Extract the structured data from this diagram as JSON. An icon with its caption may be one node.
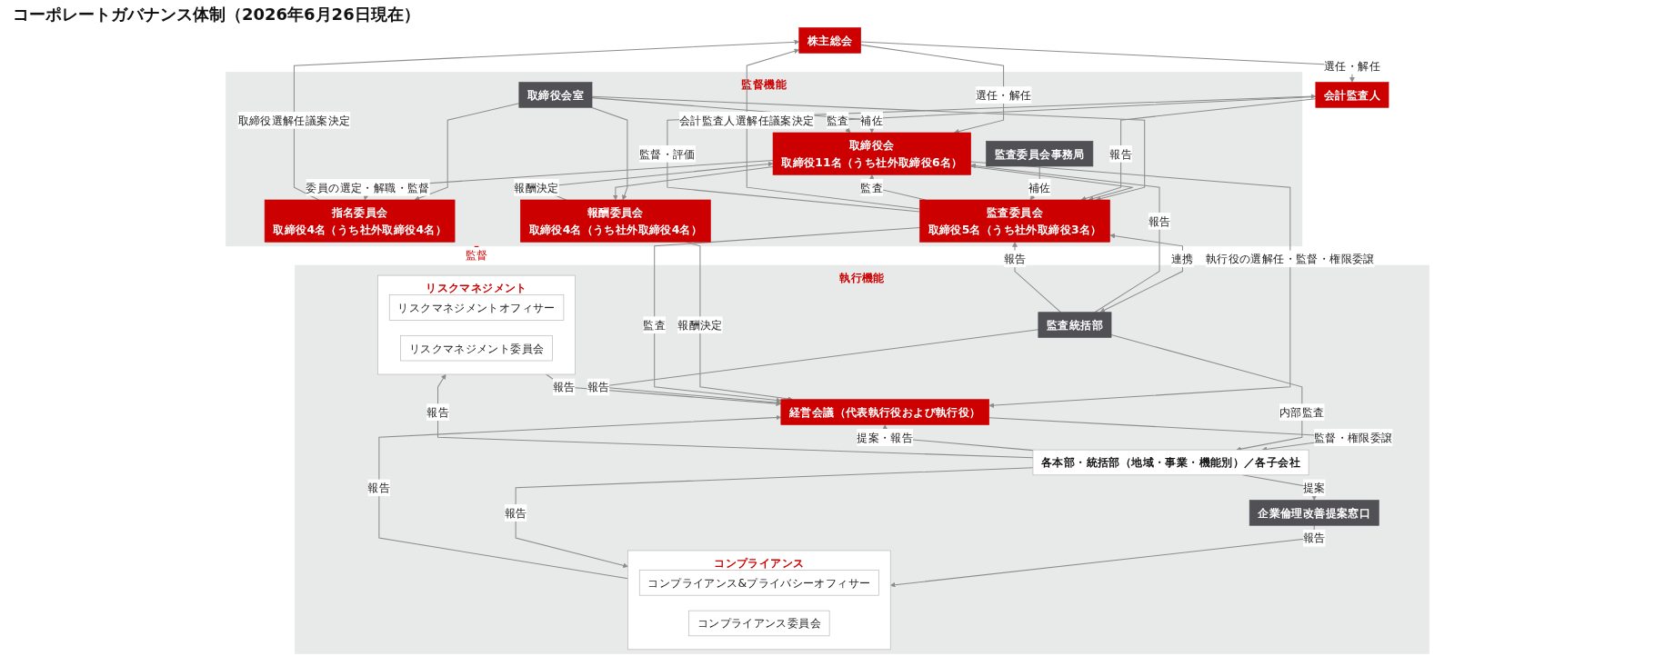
{
  "diagram": {
    "title": "コーポレートガバナンス体制（2026年6月26日現在）",
    "nodes": [
      {
        "text": [
          "株主総会"
        ]
      },
      {
        "text": [
          "会計監査人"
        ]
      },
      {
        "text": [
          "監督機能"
        ]
      },
      {
        "text": [
          "取締役会室"
        ],
        "in": 2
      },
      {
        "text": [
          "取締役会",
          "取締役11名（うち社外取締役6名）"
        ],
        "in": 2
      },
      {
        "text": [
          "監査委員会事務局"
        ],
        "in": 2
      },
      {
        "text": [
          "指名委員会",
          "取締役4名（うち社外取締役4名）"
        ],
        "in": 2
      },
      {
        "text": [
          "報酬委員会",
          "取締役4名（うち社外取締役4名）"
        ],
        "in": 2
      },
      {
        "text": [
          "監査委員会",
          "取締役5名（うち社外取締役3名）"
        ],
        "in": 2
      },
      {
        "text": [
          "執行機能"
        ]
      },
      {
        "text": [
          "経営会議（代表執行役および執行役）"
        ],
        "in": 9
      },
      {
        "text": [
          "企業倫理改善提案窓口"
        ],
        "in": 9
      },
      {
        "text": [
          "コンプライアンス"
        ],
        "in": 9
      },
      {
        "text": [
          "コンプライアンス&プライバシーオフィサー"
        ],
        "in": 12
      },
      {
        "text": [
          "コンプライアンス委員会"
        ],
        "in": 12
      },
      {
        "text": [
          "リスクマネジメント"
        ],
        "in": 9
      },
      {
        "text": [
          "リスクマネジメントオフィサー"
        ],
        "in": 15
      },
      {
        "text": [
          "リスクマネジメント委員会"
        ],
        "in": 15
      },
      {
        "text": [
          "監査統括部"
        ],
        "in": 9
      },
      {
        "text": [
          "各本部・統括部（地域・事業・機能別）／各子会社"
        ],
        "in": 9
      }
    ],
    "edges": [
      {
        "from": 6,
        "to": 0,
        "arrow": "to",
        "label": "取締役選解任議案決定"
      },
      {
        "from": 0,
        "to": 1,
        "arrow": "to",
        "label": "選任・解任"
      },
      {
        "from": 0,
        "to": 4,
        "arrow": "to",
        "label": "選任・解任"
      },
      {
        "from": 3,
        "to": 4,
        "arrow": "to",
        "label": "補佐"
      },
      {
        "from": 3,
        "to": 6,
        "arrow": "to"
      },
      {
        "from": 3,
        "to": 7,
        "arrow": "to"
      },
      {
        "from": 3,
        "to": 8,
        "arrow": "to"
      },
      {
        "from": 4,
        "to": 6,
        "arrow": "to",
        "label": "委員の選定・解職・監督"
      },
      {
        "from": 4,
        "to": 7,
        "arrow": "to"
      },
      {
        "from": 4,
        "to": 8,
        "arrow": "to"
      },
      {
        "from": 7,
        "to": 4,
        "arrow": "to",
        "label": "報酬決定"
      },
      {
        "from": 1,
        "to": 4,
        "arrow": "to",
        "label": "監査"
      },
      {
        "from": 8,
        "to": 4,
        "arrow": "to",
        "label": "監査"
      },
      {
        "from": 8,
        "to": 0,
        "arrow": "to",
        "label": "会計監査人選解任議案決定"
      },
      {
        "from": 1,
        "to": 8,
        "arrow": "to",
        "label": "報告"
      },
      {
        "from": 8,
        "to": 1,
        "arrow": "to",
        "label": "監督・評価"
      },
      {
        "from": 5,
        "to": 8,
        "arrow": "to",
        "label": "補佐"
      },
      {
        "from": 4,
        "to": 10,
        "arrow": "to",
        "label": "執行役の選解任・監督・権限委譲"
      },
      {
        "from": 7,
        "to": 10,
        "arrow": "to",
        "label": "報酬決定"
      },
      {
        "from": 2,
        "to": 9,
        "arrow": "to",
        "label": "監督",
        "style": "thick",
        "color": "#cc0000"
      },
      {
        "from": 8,
        "to": 10,
        "arrow": "to",
        "label": "監査"
      },
      {
        "from": 18,
        "to": 4,
        "arrow": "to",
        "label": "報告"
      },
      {
        "from": 8,
        "to": 18,
        "arrow": "both",
        "label": "連携"
      },
      {
        "from": 18,
        "to": 8,
        "arrow": "to",
        "label": "報告"
      },
      {
        "from": 18,
        "to": 10,
        "arrow": "to",
        "label": "報告"
      },
      {
        "from": 12,
        "to": 10,
        "arrow": "to",
        "label": "報告"
      },
      {
        "from": 15,
        "to": 10,
        "arrow": "to",
        "label": "報告"
      },
      {
        "from": 11,
        "to": 12,
        "arrow": "to",
        "label": "報告"
      },
      {
        "from": 10,
        "to": 19,
        "arrow": "to",
        "label": "監督・権限委譲"
      },
      {
        "from": 19,
        "to": 10,
        "arrow": "to",
        "label": "提案・報告"
      },
      {
        "from": 19,
        "to": 12,
        "arrow": "to",
        "label": "報告"
      },
      {
        "from": 19,
        "to": 15,
        "arrow": "to",
        "label": "報告"
      },
      {
        "from": 19,
        "to": 11,
        "arrow": "to",
        "label": "提案"
      },
      {
        "from": 18,
        "to": 19,
        "arrow": "to",
        "label": "内部監査"
      }
    ]
  }
}
